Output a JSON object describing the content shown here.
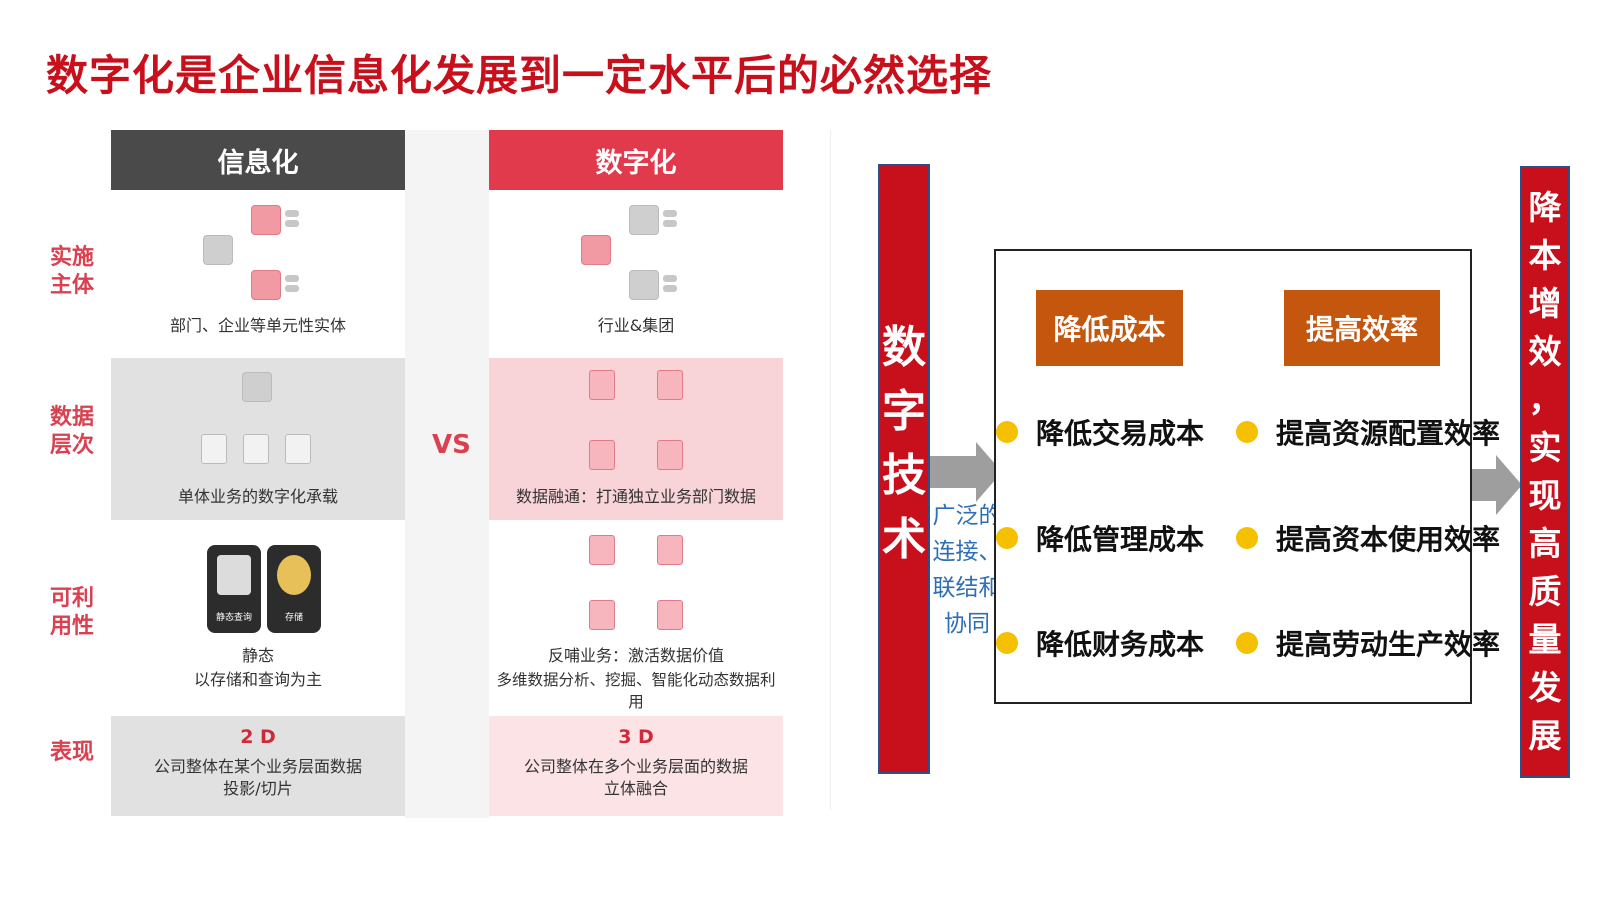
{
  "title": "数字化是企业信息化发展到一定水平后的必然选择",
  "comparison": {
    "headers": {
      "left": "信息化",
      "right": "数字化"
    },
    "vs": "VS",
    "rows": [
      {
        "label": "实施主体",
        "left": [
          "部门、企业等单元性实体"
        ],
        "right": [
          "行业&集团"
        ]
      },
      {
        "label": "数据层次",
        "left": [
          "单体业务的数字化承载"
        ],
        "right": [
          "数据融通：打通独立业务部门数据"
        ]
      },
      {
        "label": "可利用性",
        "left": [
          "静态",
          "以存储和查询为主"
        ],
        "right": [
          "反哺业务：激活数据价值",
          "多维数据分析、挖掘、智能化动态数据利用"
        ]
      },
      {
        "label": "表现",
        "left": [
          "2 D",
          "公司整体在某个业务层面数据",
          "投影/切片"
        ],
        "right": [
          "3 D",
          "公司整体在多个业务层面的数据",
          "立体融合"
        ]
      }
    ],
    "tile_labels": {
      "query": "静态查询",
      "storage": "存储"
    }
  },
  "diagram": {
    "left_bar": "数字技术",
    "connector_note": "广泛的连接、联结和协同",
    "right_bar": "降本增效，实现高质量发展",
    "columns": [
      {
        "tag": "降低成本",
        "items": [
          "降低交易成本",
          "降低管理成本",
          "降低财务成本"
        ]
      },
      {
        "tag": "提高效率",
        "items": [
          "提高资源配置效率",
          "提高资本使用效率",
          "提高劳动生产效率"
        ]
      }
    ]
  },
  "colors": {
    "brand_red": "#c8101d",
    "orange_tag": "#c5560e",
    "bullet_yellow": "#f5c000",
    "note_blue": "#2e6eb5",
    "dark_header": "#4a4a4a",
    "pink_header": "#e03a4c"
  }
}
